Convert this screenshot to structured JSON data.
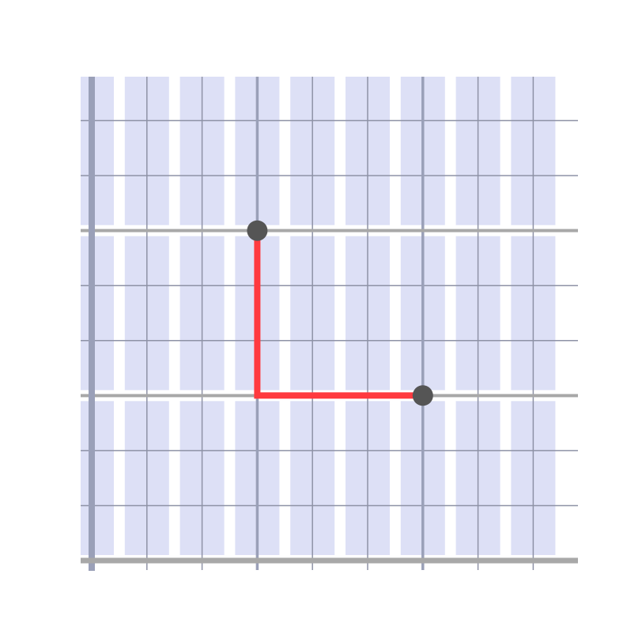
{
  "diagram": {
    "grid": {
      "columns": 9,
      "rows": 3,
      "minor_rows_per_block": 3,
      "major_column_every": 3
    },
    "points": [
      {
        "id": "point-a",
        "col": 3,
        "row": 6
      },
      {
        "id": "point-b",
        "col": 6,
        "row": 3
      }
    ],
    "path": [
      {
        "col": 3,
        "row": 6
      },
      {
        "col": 3,
        "row": 3
      },
      {
        "col": 6,
        "row": 3
      }
    ],
    "colors": {
      "background": "#ffffff",
      "cell_fill": "#dde0f6",
      "minor_line": "#8e92a6",
      "major_vertical": "#9aa0b8",
      "major_horizontal": "#a8a8a8",
      "left_axis": "#9aa0b8",
      "bottom_axis": "#a8a8a8",
      "path": "#ff3a3f",
      "point": "#555555"
    }
  }
}
